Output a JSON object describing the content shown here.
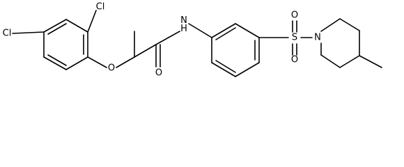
{
  "molecule": {
    "atoms": {
      "cl_top": "Cl",
      "cl_left": "Cl",
      "ether_o": "O",
      "carbonyl_o": "O",
      "amide_nh": "N\nH",
      "sulfonyl_o_top": "O",
      "sulfonyl_o_bottom": "O",
      "sulfur": "S",
      "piperidine_n": "N"
    }
  }
}
